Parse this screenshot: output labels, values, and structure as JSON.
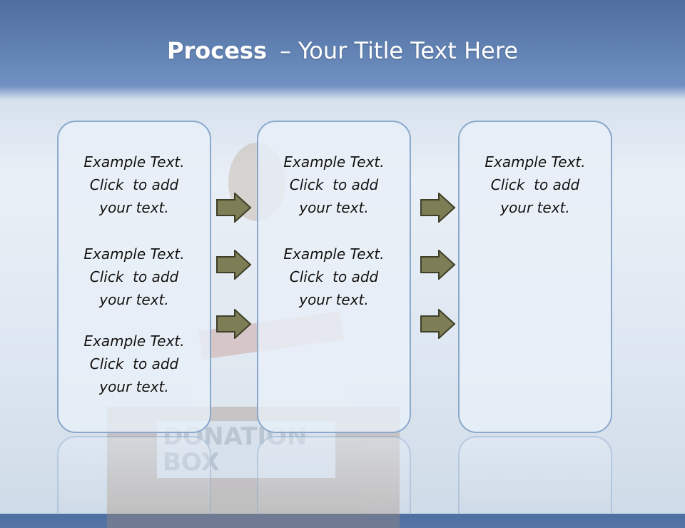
{
  "title": {
    "bold": "Process",
    "sep": "–",
    "rest": "Your Title Text Here"
  },
  "background": {
    "box_label_line1": "DONATION",
    "box_label_line2": "BOX"
  },
  "columns": [
    {
      "blocks": [
        {
          "line1": "Example Text.",
          "line2": "Click  to add",
          "line3": "your text."
        },
        {
          "line1": "Example Text.",
          "line2": "Click  to add",
          "line3": "your text."
        },
        {
          "line1": "Example Text.",
          "line2": "Click  to add",
          "line3": "your text."
        }
      ]
    },
    {
      "blocks": [
        {
          "line1": "Example Text.",
          "line2": "Click  to add",
          "line3": "your text."
        },
        {
          "line1": "Example Text.",
          "line2": "Click  to add",
          "line3": "your text."
        }
      ]
    },
    {
      "blocks": [
        {
          "line1": "Example Text.",
          "line2": "Click  to add",
          "line3": "your text."
        }
      ]
    }
  ],
  "colors": {
    "arrow_fill": "#7d7d56",
    "arrow_stroke": "#3f3f28",
    "box_border": "#8aa8cc"
  },
  "icons": [
    "right-arrow-icon"
  ]
}
